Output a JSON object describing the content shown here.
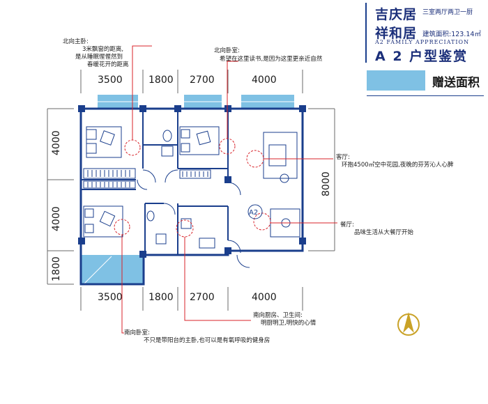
{
  "header": {
    "title_line1": "吉庆居",
    "title_line2": "祥和居",
    "layout_type": "三室两厅两卫一厨",
    "area": "建筑面积:123.14㎡",
    "english": "A2 FAMILY APPRECIATION",
    "appreciation": "A 2 户型鉴赏"
  },
  "legend": {
    "label": "赠送面积",
    "color": "#7fc1e4"
  },
  "dimensions": {
    "top": [
      "3500",
      "1800",
      "2700",
      "4000"
    ],
    "bottom": [
      "3500",
      "1800",
      "2700",
      "4000"
    ],
    "left": [
      "4000",
      "4000",
      "1800"
    ],
    "right": "8000"
  },
  "room_tag": "A2",
  "notes": {
    "north_master": [
      "北向主卧:",
      "3米飘窗的距离,",
      "是从睡眠惺惺然到",
      "春暖花开的距离"
    ],
    "north_bedroom": [
      "北向卧室:",
      "希望在这里读书,是因为这里更亲近自然"
    ],
    "living": [
      "客厅:",
      "环抱4500㎡空中花园,夜晚的芬芳沁人心脾"
    ],
    "dining": [
      "餐厅:",
      "品味生活从大餐厅开始"
    ],
    "kitchen_bath": [
      "南向厨房、卫生间:",
      "明厨明卫,明快的心情"
    ],
    "south_bedroom": [
      "南向卧室:",
      "不只是带阳台的主卧,也可以是有氧呼吸的健身房"
    ]
  },
  "colors": {
    "wall": "#1a3e8c",
    "annotation": "#d8232a",
    "brand": "#1b2f7a"
  }
}
